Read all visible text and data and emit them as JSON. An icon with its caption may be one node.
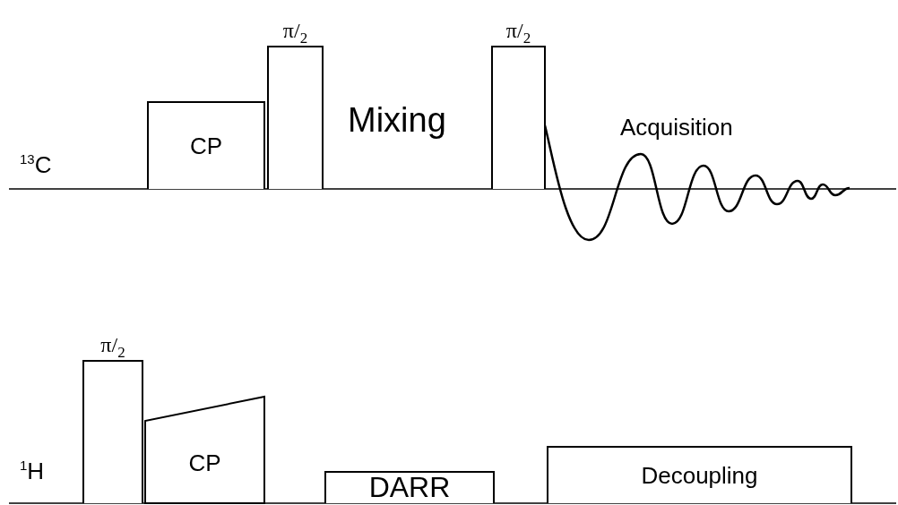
{
  "diagram": {
    "nodes": [
      {
        "text": [
          "CP"
        ]
      },
      {
        "text": [
          "π/$_{2}$"
        ]
      },
      {
        "text": [
          "π/$_{2}$"
        ]
      },
      {
        "text": [
          "π/$_{2}$"
        ]
      },
      {
        "text": [
          "CP"
        ]
      },
      {
        "text": [
          "DARR"
        ]
      },
      {
        "text": [
          "Decoupling"
        ]
      }
    ],
    "labels": [
      "$^{13}$C",
      "Mixing",
      "Acquisition",
      "$^{1}$H"
    ]
  }
}
